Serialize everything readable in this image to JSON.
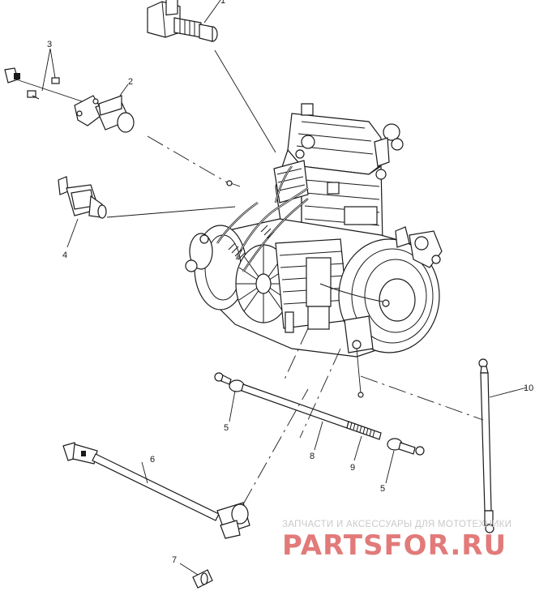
{
  "callouts": [
    {
      "id": "c1",
      "text": "1"
    },
    {
      "id": "c2",
      "text": "2"
    },
    {
      "id": "c3",
      "text": "3"
    },
    {
      "id": "c4",
      "text": "4"
    },
    {
      "id": "c5a",
      "text": "5"
    },
    {
      "id": "c5b",
      "text": "5"
    },
    {
      "id": "c6",
      "text": "6"
    },
    {
      "id": "c7",
      "text": "7"
    },
    {
      "id": "c8",
      "text": "8"
    },
    {
      "id": "c9",
      "text": "9"
    },
    {
      "id": "c10",
      "text": "10"
    }
  ],
  "watermark": {
    "tagline": "ЗАПЧАСТИ И АКСЕССУАРЫ ДЛЯ МОТОТЕХНИКИ",
    "logo": "PARTSFOR.RU",
    "logo_color": "#e27a7a"
  }
}
